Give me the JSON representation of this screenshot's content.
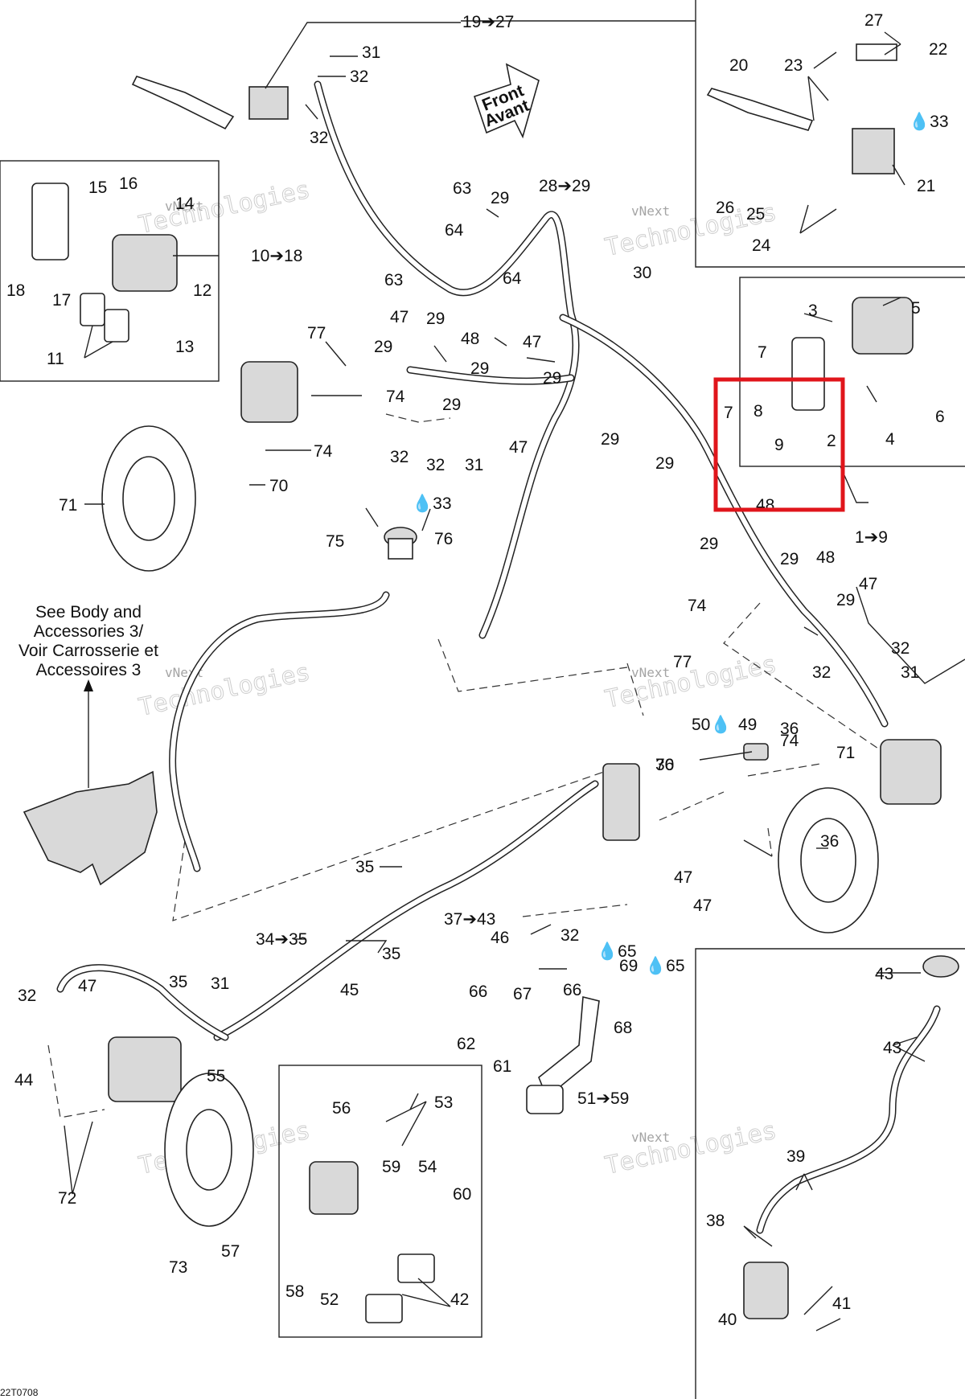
{
  "diagram": {
    "front_label": [
      "Front",
      "Avant"
    ],
    "reference_note": [
      "See Body and",
      "Accessories 3/",
      "Voir Carrosserie et",
      "Accessoires 3"
    ],
    "watermark": [
      "vNext",
      "Technologies"
    ],
    "drawing_code": "22T0708",
    "highlight_color": "#e0151b",
    "labels": [
      "19➔27",
      "31",
      "32",
      "32",
      "63",
      "29",
      "28➔29",
      "64",
      "64",
      "63",
      "29",
      "30",
      "20",
      "27",
      "22",
      "23",
      "💧33",
      "26",
      "25",
      "24",
      "21",
      "15",
      "16",
      "14",
      "10➔18",
      "18",
      "17",
      "12",
      "11",
      "13",
      "77",
      "47",
      "48",
      "47",
      "29",
      "29",
      "29",
      "29",
      "74",
      "74",
      "32",
      "32",
      "31",
      "47",
      "29",
      "3",
      "5",
      "7",
      "8",
      "9",
      "2",
      "4",
      "6",
      "7",
      "29",
      "48",
      "1➔9",
      "71",
      "70",
      "💧33",
      "75",
      "76",
      "29",
      "29",
      "48",
      "29",
      "47",
      "74",
      "77",
      "32",
      "32",
      "31",
      "50💧",
      "49",
      "36",
      "70",
      "74",
      "36",
      "71",
      "36",
      "47",
      "35",
      "37➔43",
      "47",
      "34➔35",
      "35",
      "45",
      "46",
      "32",
      "32",
      "47",
      "35",
      "31",
      "44",
      "66",
      "💧65",
      "66",
      "67",
      "69",
      "💧65",
      "68",
      "62",
      "61",
      "51➔59",
      "55",
      "56",
      "53",
      "59",
      "54",
      "60",
      "72",
      "73",
      "57",
      "58",
      "52",
      "42",
      "43",
      "43",
      "39",
      "38",
      "40",
      "41"
    ]
  }
}
